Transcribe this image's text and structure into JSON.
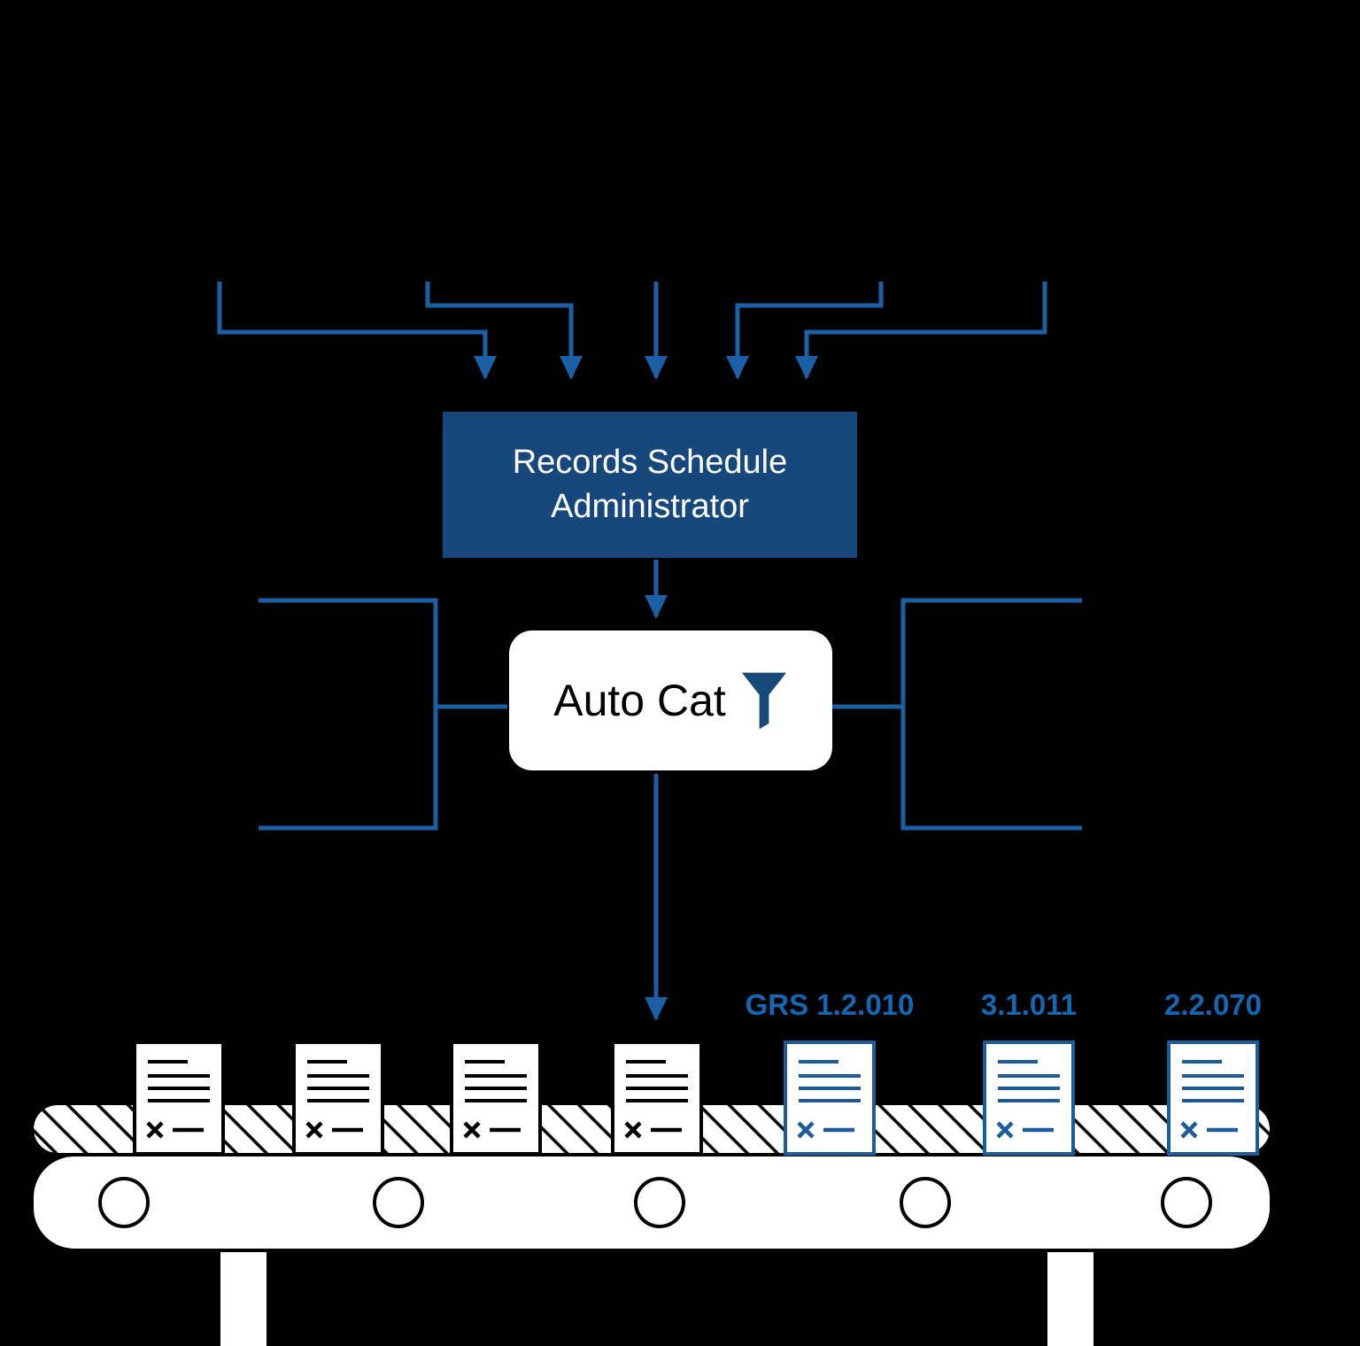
{
  "diagram": {
    "background_color": "#000000",
    "colors": {
      "connector_blue": "#1B5FA5",
      "admin_box_navy": "#17487B",
      "schedule_label_blue": "#1467B2",
      "labeled_document_blue": "#1C5C9C",
      "plain_document_black": "#000000",
      "belt_outline_black": "#000000",
      "white": "#FFFFFF"
    },
    "admin_box": {
      "label": "Records Schedule Administrator"
    },
    "autocat_box": {
      "label": "Auto Cat",
      "icon": "funnel-icon"
    },
    "schedule_labels": [
      {
        "text": "GRS 1.2.010"
      },
      {
        "text": "3.1.011"
      },
      {
        "text": "2.2.070"
      }
    ],
    "conveyor": {
      "plain_document_count": 4,
      "labeled_document_count": 3,
      "roller_count": 5,
      "leg_count": 2
    }
  }
}
